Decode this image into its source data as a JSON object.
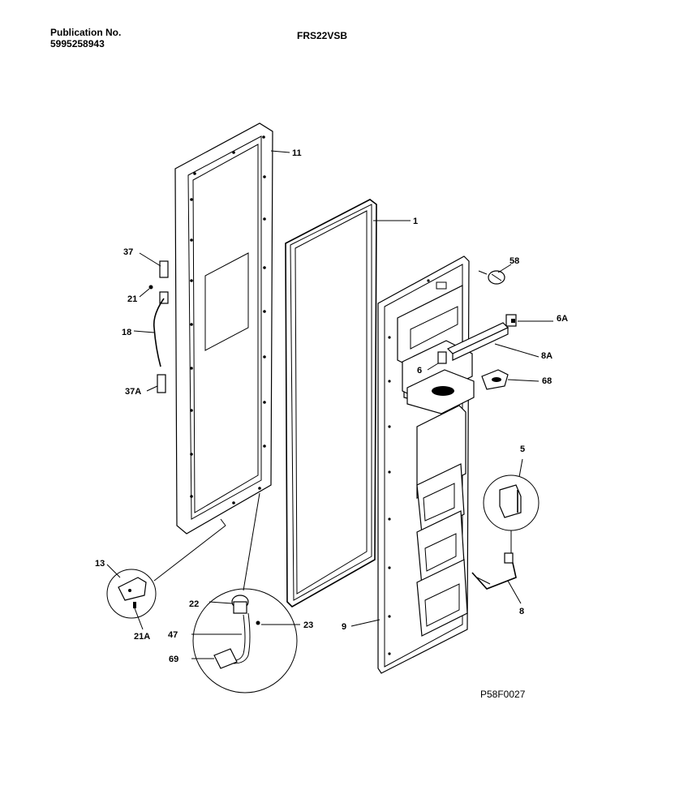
{
  "header": {
    "publication_label": "Publication No.",
    "publication_number": "5995258943",
    "model": "FRS22VSB"
  },
  "drawing_id": "P58F0027",
  "callouts": {
    "c11": "11",
    "c1": "1",
    "c37": "37",
    "c21": "21",
    "c18": "18",
    "c37A": "37A",
    "c58": "58",
    "c6A": "6A",
    "c8A": "8A",
    "c6": "6",
    "c68": "68",
    "c5": "5",
    "c8": "8",
    "c13": "13",
    "c21A": "21A",
    "c22": "22",
    "c47": "47",
    "c23": "23",
    "c69": "69",
    "c9": "9"
  }
}
